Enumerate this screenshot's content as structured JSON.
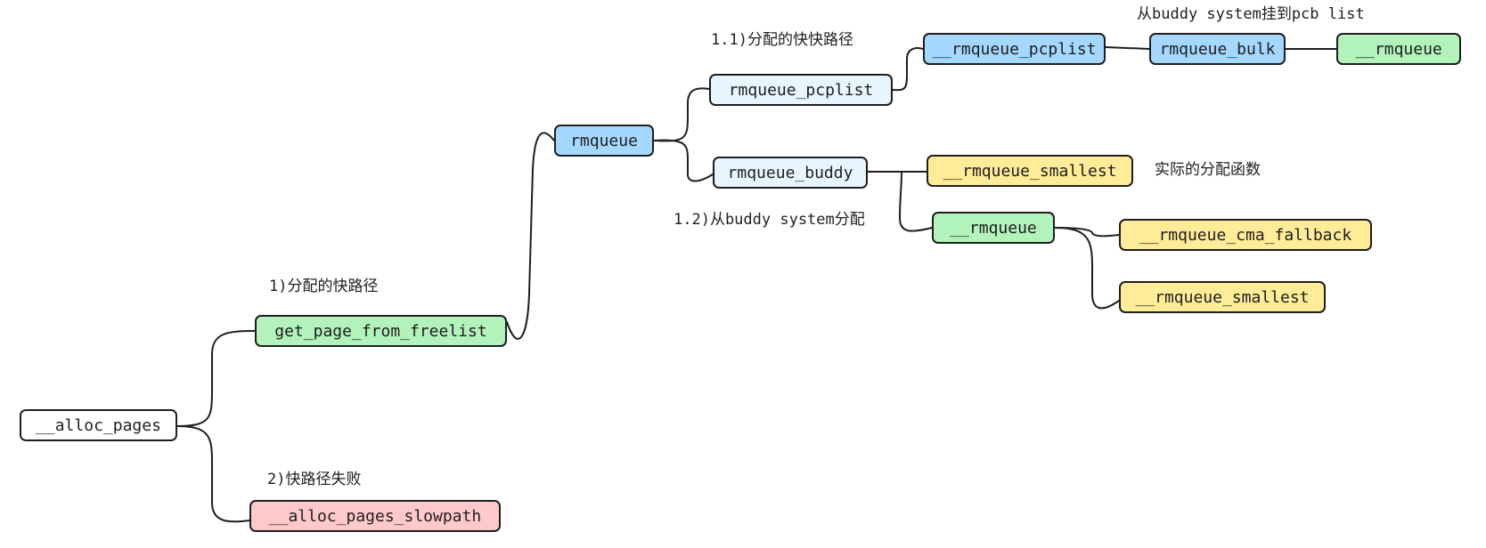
{
  "colors": {
    "white": "#ffffff",
    "green": "#b2f2bb",
    "blue": "#a5d8ff",
    "lightblue": "#e7f5ff",
    "yellow": "#ffec99",
    "red": "#ffc9c9",
    "stroke": "#1e1e1e"
  },
  "nodes": {
    "alloc_pages": "__alloc_pages",
    "get_page_from_freelist": "get_page_from_freelist",
    "alloc_pages_slowpath": "__alloc_pages_slowpath",
    "rmqueue": "rmqueue",
    "rmqueue_pcplist": "rmqueue_pcplist",
    "rmqueue_buddy": "rmqueue_buddy",
    "rmqueue_pcplist2": "__rmqueue_pcplist",
    "rmqueue_bulk": "rmqueue_bulk",
    "rmqueue_inner_top": "__rmqueue",
    "rmqueue_smallest_a": "__rmqueue_smallest",
    "rmqueue_inner_mid": "__rmqueue",
    "rmqueue_cma_fallback": "__rmqueue_cma_fallback",
    "rmqueue_smallest_b": "__rmqueue_smallest"
  },
  "labels": {
    "fast_path": "1)分配的快路径",
    "fast_path_failed": "2)快路径失败",
    "fast_fast_path": "1.1)分配的快快路径",
    "from_buddy": "1.2)从buddy system分配",
    "attach_pcb": "从buddy system挂到pcb list",
    "actual_alloc": "实际的分配函数"
  }
}
